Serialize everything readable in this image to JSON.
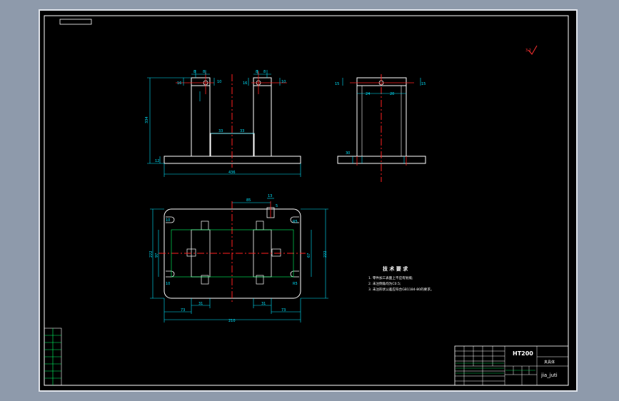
{
  "colors": {
    "background": "#8e9aab",
    "sheet": "#000000",
    "outline": "#ffffff",
    "dimension": "#00e5ff",
    "centerline": "#ff2020",
    "note": "#ffffff",
    "table_line": "#00ff66"
  },
  "front_view": {
    "dims": {
      "width_total": "436",
      "height_total": "334",
      "base_height": "12",
      "gap_left": "33",
      "gap_right": "33",
      "top_left_a": "8",
      "top_left_b": "8",
      "top_left_c": "16",
      "top_left_d": "10",
      "top_right_a": "8",
      "top_right_b": "8",
      "top_right_c": "16",
      "top_right_d": "10"
    }
  },
  "side_view": {
    "dims": {
      "left_offset": "15",
      "right_offset": "15",
      "center_left": "24",
      "center_right": "20",
      "bottom_tag": "30"
    }
  },
  "plan_view": {
    "dims": {
      "top_center": "85",
      "top_slot": "13",
      "top_slot_b": "5",
      "left_height": "222",
      "left_inner": "97",
      "right_height": "222",
      "right_inner": "67",
      "total_width": "210",
      "bottom_left": "73",
      "bottom_mid_left": "31",
      "bottom_mid_right": "31",
      "bottom_right": "73",
      "hole_top_left": "10",
      "hole_bot_left": "10",
      "hole_top_right": "R5",
      "hole_bot_right": "R5"
    }
  },
  "tech_notes": {
    "title": "技 术 要 求",
    "items": [
      "1. 零件加工表面上不应有划痕;",
      "2. 未注倒角均为C0.5;",
      "3. 未注形状公差应符合GB1184-80的要求。"
    ]
  },
  "title_block": {
    "material": "HT200",
    "part_name": "夹具体",
    "drawing_no": "jia_juti"
  },
  "roughness_mark": "3.2"
}
